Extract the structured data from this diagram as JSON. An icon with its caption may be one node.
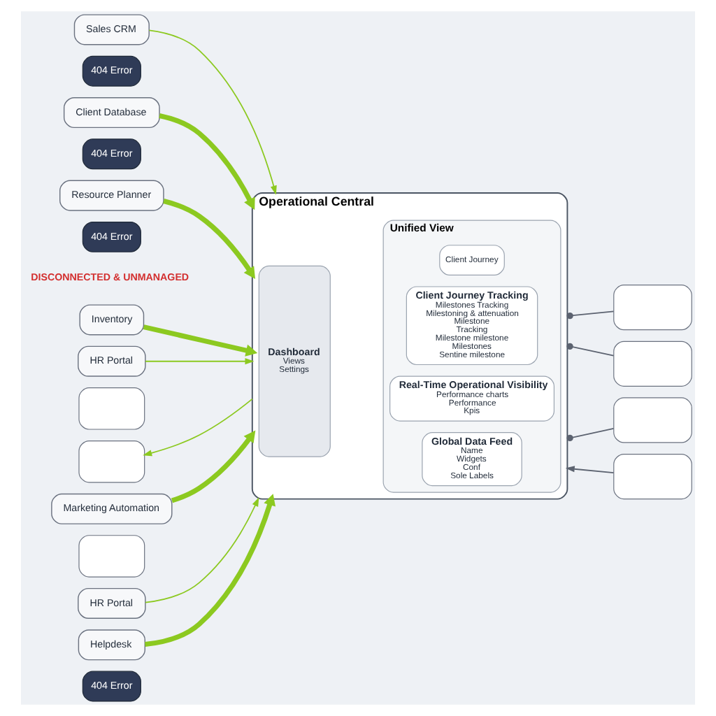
{
  "diagram": {
    "nodes": [
      {
        "text": [
          "Sales CRM"
        ]
      },
      {
        "text": [
          "404 Error"
        ]
      },
      {
        "text": [],
        "shape": "box"
      },
      {
        "text": [],
        "shape": "box"
      },
      {
        "text": [
          "Client Database"
        ]
      },
      {
        "text": [
          "404 Error"
        ]
      },
      {
        "text": [
          "Resource Planner"
        ]
      },
      {
        "text": [
          "Operational Central"
        ]
      },
      {
        "text": [
          "Dashboard",
          "Views",
          "Settings"
        ],
        "in": 7
      },
      {
        "text": [
          "Unified View"
        ],
        "in": 7
      },
      {
        "text": [
          "Client Journey"
        ],
        "in": 9
      },
      {
        "text": [
          "Client Journey Tracking",
          "Milestones Tracking",
          "Milestoning & attenuation",
          "Milestone",
          "Tracking",
          "Milestone milestone",
          "Milestones",
          "Sentine milestone"
        ],
        "in": 9
      },
      {
        "text": [
          "Real-Time Operational Visibility",
          "Performance charts",
          "Performance",
          "Kpis"
        ],
        "in": 9
      },
      {
        "text": [
          "Global Data Feed",
          "Name",
          "Widgets",
          "Conf",
          "Sole Labels"
        ],
        "in": 9
      },
      {
        "text": [
          "404 Error"
        ]
      },
      {
        "text": [
          "Inventory"
        ]
      },
      {
        "text": [
          "HR Portal"
        ]
      },
      {
        "text": [],
        "shape": "box"
      },
      {
        "text": [],
        "shape": "box"
      },
      {
        "text": [
          "Marketing Automation"
        ]
      },
      {
        "text": [],
        "shape": "box"
      },
      {
        "text": [
          "HR Portal"
        ]
      },
      {
        "text": [
          "Helpdesk"
        ]
      },
      {
        "text": [],
        "shape": "box"
      },
      {
        "text": [],
        "shape": "box"
      },
      {
        "text": [
          "404 Error"
        ]
      }
    ],
    "edges": [
      {
        "from": 0,
        "to": 7,
        "arrow": "to"
      },
      {
        "from": 4,
        "to": 7,
        "arrow": "to",
        "style": "thick"
      },
      {
        "from": 6,
        "to": 7,
        "arrow": "to",
        "style": "thick"
      },
      {
        "from": 15,
        "to": 7,
        "arrow": "to",
        "style": "thick"
      },
      {
        "from": 16,
        "to": 7,
        "arrow": "to"
      },
      {
        "from": 7,
        "to": 18,
        "arrow": "to"
      },
      {
        "from": 19,
        "to": 7,
        "arrow": "to",
        "style": "thick"
      },
      {
        "from": 21,
        "to": 7,
        "arrow": "to"
      },
      {
        "from": 22,
        "to": 7,
        "arrow": "to",
        "style": "thick"
      },
      {
        "from": 2,
        "to": 7,
        "arrow": "other",
        "color": "#5c6370"
      },
      {
        "from": 3,
        "to": 7,
        "arrow": "other",
        "color": "#5c6370"
      },
      {
        "from": 23,
        "to": 7,
        "arrow": "other",
        "color": "#5c6370"
      },
      {
        "from": 24,
        "to": 7,
        "arrow": "to",
        "color": "#5c6370"
      }
    ],
    "labels": [
      "DISCONNECTED & UNMANAGED"
    ]
  }
}
